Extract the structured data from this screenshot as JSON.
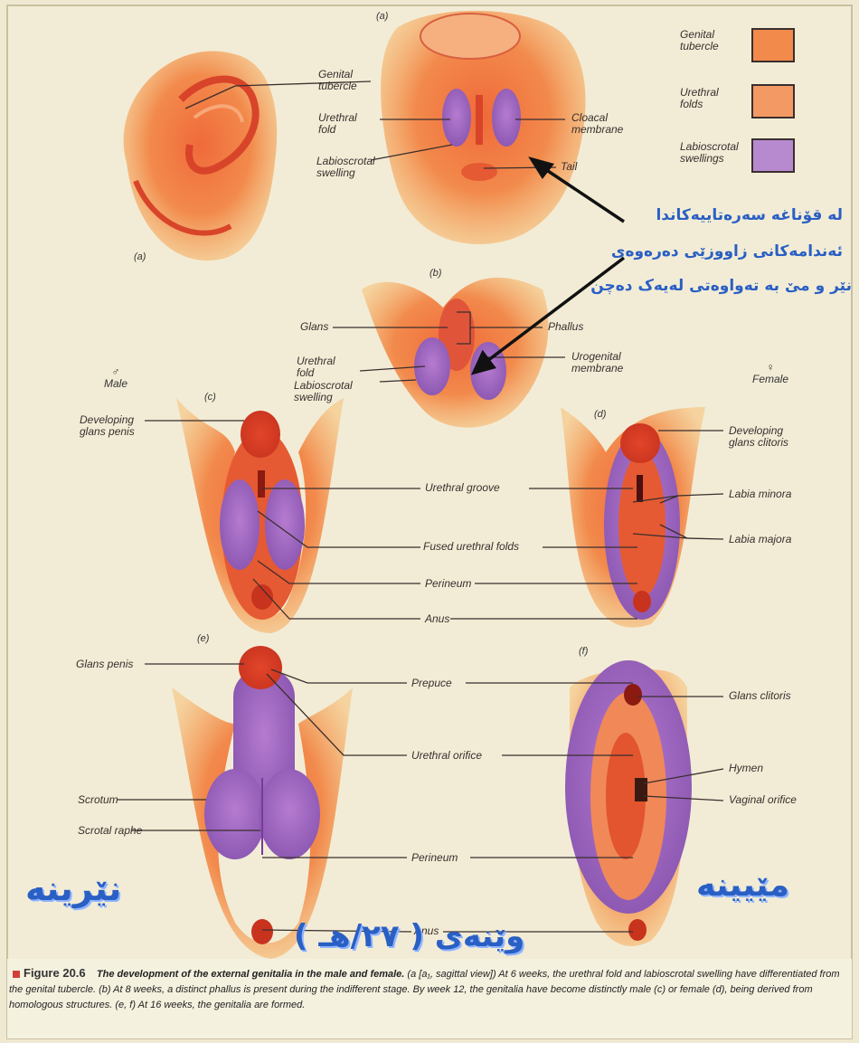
{
  "legend": [
    {
      "label": "Genital\ntubercle",
      "color": "#f28a4c"
    },
    {
      "label": "Urethral\nfolds",
      "color": "#f39a64"
    },
    {
      "label": "Labioscrotal\nswellings",
      "color": "#b78ad0"
    }
  ],
  "panels": {
    "a_top": "(a)",
    "a_side": "(a)",
    "b": "(b)",
    "c": "(c)",
    "d": "(d)",
    "e": "(e)",
    "f": "(f)"
  },
  "sex_labels": {
    "male": "♂\nMale",
    "female": "♀\nFemale"
  },
  "labels_a": {
    "genital_tubercle": "Genital\ntubercle",
    "urethral_fold": "Urethral\nfold",
    "labioscrotal_swelling": "Labioscrotal\nswelling",
    "cloacal_membrane": "Cloacal\nmembrane",
    "tail": "Tail"
  },
  "labels_b": {
    "glans": "Glans",
    "phallus": "Phallus",
    "urethral_fold": "Urethral\nfold",
    "labioscrotal_swelling": "Labioscrotal\nswelling",
    "urogenital_membrane": "Urogenital\nmembrane"
  },
  "labels_cd": {
    "developing_glans_penis": "Developing\nglans penis",
    "developing_glans_clitoris": "Developing\nglans clitoris",
    "urethral_groove": "Urethral groove",
    "labia_minora": "Labia minora",
    "fused_urethral_folds": "Fused urethral folds",
    "labia_majora": "Labia majora",
    "perineum": "Perineum",
    "anus": "Anus"
  },
  "labels_ef": {
    "glans_penis": "Glans penis",
    "prepuce": "Prepuce",
    "glans_clitoris": "Glans clitoris",
    "urethral_orifice": "Urethral orifice",
    "hymen": "Hymen",
    "vaginal_orifice": "Vaginal orifice",
    "scrotum": "Scrotum",
    "scrotal_raphe": "Scrotal raphe",
    "perineum": "Perineum",
    "anus": "Anus"
  },
  "kurdish_annotation": [
    "لە قۆناغە سەرەتاییەکاندا",
    "ئەندامەکانی زاووزێی دەرەوەی",
    "نێر و مێ بە تەواوەتی لەیەک دەچن"
  ],
  "kurdish_male": "نێرینە",
  "kurdish_female": "مێیینە",
  "kurdish_figure": "وێنەی ( ٢٧/هـ )",
  "caption": {
    "figure_label": "Figure 20.6",
    "title": "The development of the external genitalia in the male and female.",
    "body": "(a [a₁, sagittal view]) At 6 weeks, the urethral fold and labioscrotal swelling have differentiated from the genital tubercle. (b) At 8 weeks, a distinct phallus is present during the indifferent stage. By week 12, the genitalia have become distinctly male (c) or female (d), being derived from homologous structures. (e, f) At 16 weeks, the genitalia are formed."
  }
}
